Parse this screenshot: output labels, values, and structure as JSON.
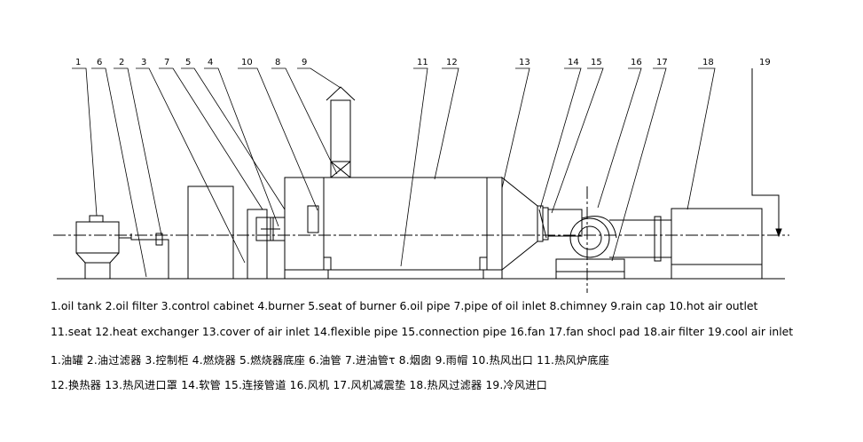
{
  "callouts": [
    "1",
    "6",
    "2",
    "3",
    "7",
    "5",
    "4",
    "10",
    "8",
    "9",
    "11",
    "12",
    "13",
    "14",
    "15",
    "16",
    "17",
    "18",
    "19"
  ],
  "legend": {
    "english_line1": "1.oil tank  2.oil filter  3.control cabinet  4.burner  5.seat of burner  6.oil pipe  7.pipe of oil inlet  8.chimney  9.rain cap  10.hot air outlet",
    "english_line2": "11.seat  12.heat exchanger  13.cover of air inlet  14.flexible pipe  15.connection pipe  16.fan  17.fan shocl pad  18.air filter  19.cool air inlet",
    "chinese_line1": "1.油罐   2.油过滤器   3.控制柜   4.燃烧器  5.燃烧器底座   6.油管   7.进油管τ  8.烟囱  9.雨帽   10.热风出口  11.热风炉底座",
    "chinese_line2": "12.换热器   13.热风进口罩   14.软管    15.连接管道   16.风机   17.风机减震垫      18.热风过滤器   19.冷风进口"
  }
}
